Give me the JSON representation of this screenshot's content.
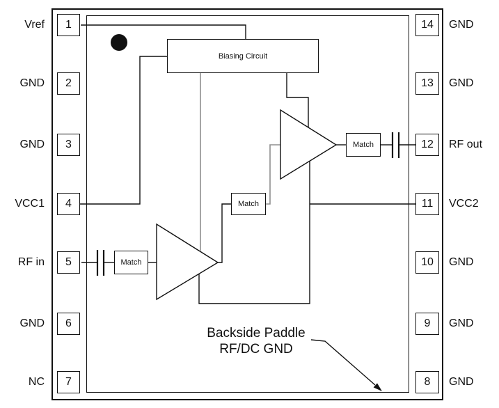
{
  "pins": {
    "left": [
      {
        "number": "1",
        "label": "Vref"
      },
      {
        "number": "2",
        "label": "GND"
      },
      {
        "number": "3",
        "label": "GND"
      },
      {
        "number": "4",
        "label": "VCC1"
      },
      {
        "number": "5",
        "label": "RF in"
      },
      {
        "number": "6",
        "label": "GND"
      },
      {
        "number": "7",
        "label": "NC"
      }
    ],
    "right": [
      {
        "number": "14",
        "label": "GND"
      },
      {
        "number": "13",
        "label": "GND"
      },
      {
        "number": "12",
        "label": "RF out"
      },
      {
        "number": "11",
        "label": "VCC2"
      },
      {
        "number": "10",
        "label": "GND"
      },
      {
        "number": "9",
        "label": "GND"
      },
      {
        "number": "8",
        "label": "GND"
      }
    ]
  },
  "blocks": {
    "biasing_label": "Biasing Circuit",
    "match1_label": "Match",
    "match2_label": "Match",
    "match3_label": "Match"
  },
  "annotation": {
    "line1": "Backside Paddle",
    "line2": "RF/DC GND"
  },
  "icons": {
    "pin1_marker": "pin-1-indicator-dot",
    "amplifier_stage1": "amplifier-triangle-icon",
    "amplifier_stage2": "amplifier-triangle-icon",
    "input_capacitor": "capacitor-icon",
    "output_capacitor": "capacitor-icon",
    "paddle_pointer": "arrow-icon"
  },
  "colors": {
    "line": "#111111",
    "gray_line": "#8f8f8f",
    "background": "#ffffff",
    "text": "#111111"
  }
}
